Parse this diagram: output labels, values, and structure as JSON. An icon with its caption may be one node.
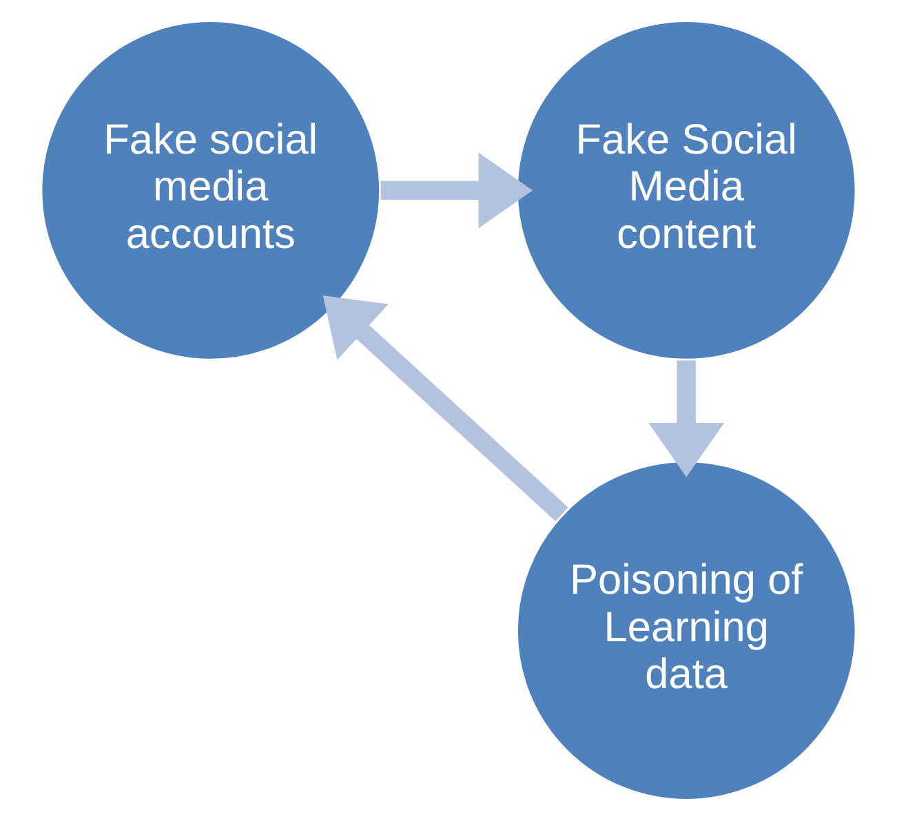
{
  "diagram": {
    "nodes": [
      {
        "text": [
          "Fake social media accounts"
        ]
      },
      {
        "text": [
          "Fake Social Media content"
        ]
      },
      {
        "text": [
          "Poisoning of Learning data"
        ]
      }
    ],
    "edges": [
      {
        "from": 0,
        "to": 1,
        "arrow": "to"
      },
      {
        "from": 1,
        "to": 2,
        "arrow": "to"
      },
      {
        "from": 2,
        "to": 0,
        "arrow": "to"
      }
    ]
  }
}
